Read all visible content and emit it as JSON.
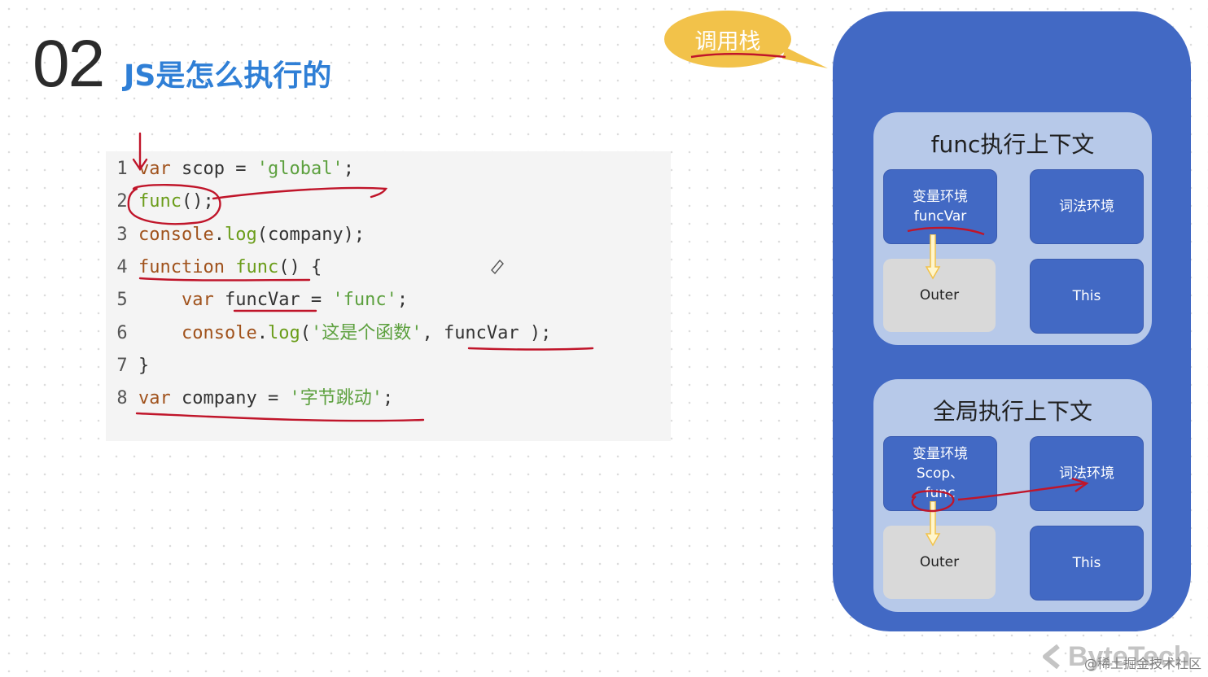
{
  "slide": {
    "number": "02",
    "title": "JS是怎么执行的"
  },
  "code": {
    "lines": [
      {
        "n": "1",
        "tokens": [
          {
            "t": "var",
            "c": "kw"
          },
          {
            "t": " scop = ",
            "c": "pl"
          },
          {
            "t": "'global'",
            "c": "str"
          },
          {
            "t": ";",
            "c": "pl"
          }
        ]
      },
      {
        "n": "2",
        "tokens": [
          {
            "t": "func",
            "c": "fnc"
          },
          {
            "t": "();",
            "c": "pl"
          }
        ]
      },
      {
        "n": "3",
        "tokens": [
          {
            "t": "console",
            "c": "kw"
          },
          {
            "t": ".",
            "c": "pl"
          },
          {
            "t": "log",
            "c": "fnc"
          },
          {
            "t": "(company);",
            "c": "pl"
          }
        ]
      },
      {
        "n": "4",
        "tokens": [
          {
            "t": "function",
            "c": "kw"
          },
          {
            "t": " ",
            "c": "pl"
          },
          {
            "t": "func",
            "c": "fnc"
          },
          {
            "t": "() {",
            "c": "pl"
          }
        ]
      },
      {
        "n": "5",
        "tokens": [
          {
            "t": "    var",
            "c": "kw"
          },
          {
            "t": " funcVar = ",
            "c": "pl"
          },
          {
            "t": "'func'",
            "c": "str"
          },
          {
            "t": ";",
            "c": "pl"
          }
        ]
      },
      {
        "n": "6",
        "tokens": [
          {
            "t": "    console",
            "c": "kw"
          },
          {
            "t": ".",
            "c": "pl"
          },
          {
            "t": "log",
            "c": "fnc"
          },
          {
            "t": "(",
            "c": "pl"
          },
          {
            "t": "'这是个函数'",
            "c": "str"
          },
          {
            "t": ", funcVar );",
            "c": "pl"
          }
        ]
      },
      {
        "n": "7",
        "tokens": [
          {
            "t": "}",
            "c": "pl"
          }
        ]
      },
      {
        "n": "8",
        "tokens": [
          {
            "t": "var",
            "c": "kw"
          },
          {
            "t": " company = ",
            "c": "pl"
          },
          {
            "t": "'字节跳动'",
            "c": "str"
          },
          {
            "t": ";",
            "c": "pl"
          }
        ]
      }
    ]
  },
  "callout": {
    "label": "调用栈",
    "color": "#f2c24a"
  },
  "stack": {
    "color": "#4269c4",
    "contexts": [
      {
        "title": "func执行上下文",
        "variable_env": [
          "变量环境",
          "funcVar"
        ],
        "lexical_env": "词法环境",
        "outer": "Outer",
        "this": "This"
      },
      {
        "title": "全局执行上下文",
        "variable_env": [
          "变量环境",
          "Scop、",
          "func"
        ],
        "lexical_env": "词法环境",
        "outer": "Outer",
        "this": "This"
      }
    ]
  },
  "brand": {
    "name": "ByteTech",
    "icon": "chevron-left-icon"
  },
  "watermark": "@稀土掘金技术社区",
  "annotation_color": "#c0152a"
}
